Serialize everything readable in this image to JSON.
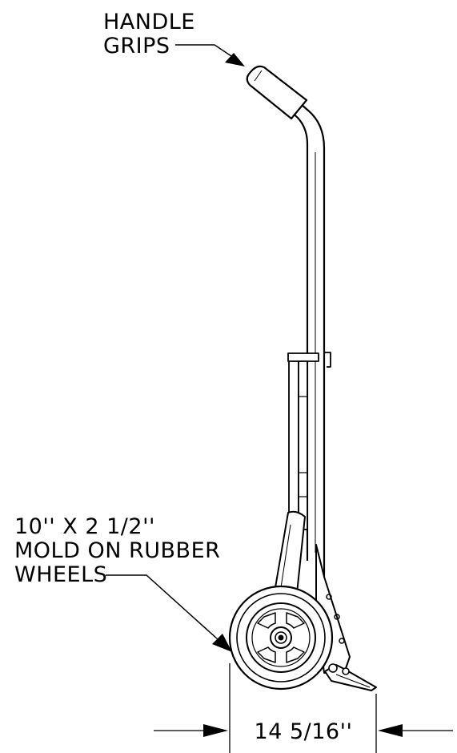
{
  "callouts": {
    "handle_grips": {
      "line1": "HANDLE",
      "line2": "GRIPS"
    },
    "wheels": {
      "line1": "10'' X 2 1/2''",
      "line2": "MOLD ON RUBBER",
      "line3": "WHEELS"
    }
  },
  "dimension": {
    "width_label": "14 5/16''"
  },
  "colors": {
    "ink": "#000000",
    "paper": "#ffffff"
  }
}
